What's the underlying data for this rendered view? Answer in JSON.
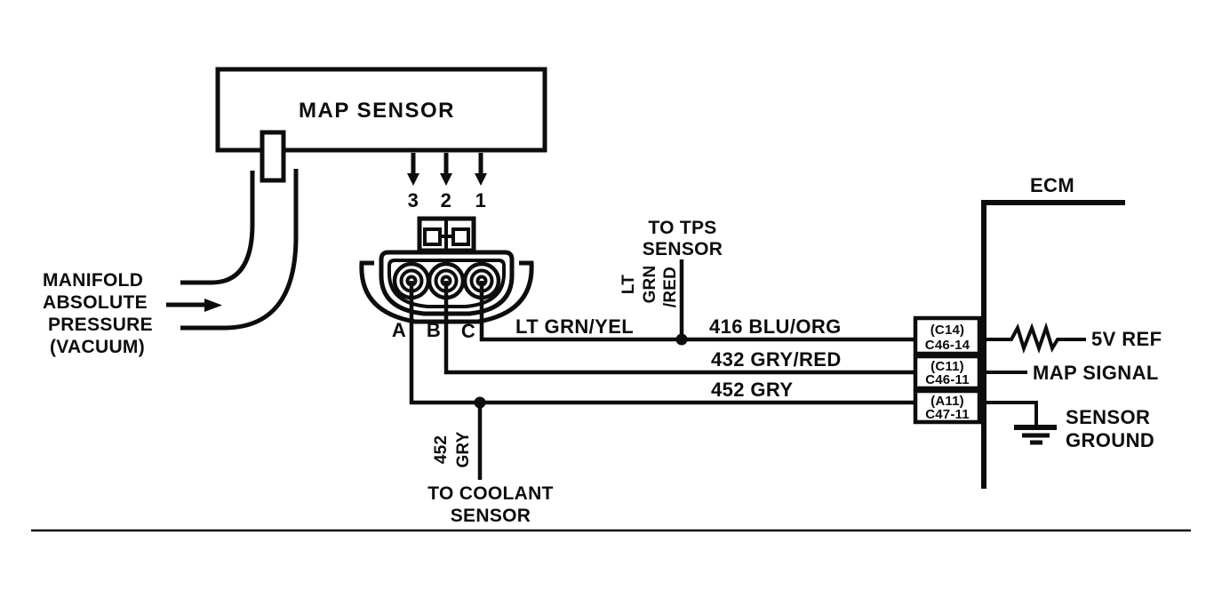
{
  "colors": {
    "ink": "#0d0d0d",
    "paper": "#ffffff"
  },
  "map_sensor": {
    "label": "MAP SENSOR"
  },
  "pins": {
    "p3": "3",
    "p2": "2",
    "p1": "1"
  },
  "terminals": {
    "a": "A",
    "b": "B",
    "c": "C"
  },
  "vacuum": {
    "line1": "MANIFOLD",
    "line2": "ABSOLUTE",
    "line3": "PRESSURE",
    "line4": "(VACUUM)"
  },
  "tps": {
    "dest1": "TO TPS",
    "dest2": "SENSOR",
    "color1": "LT",
    "color2": "GRN",
    "color3": "/RED"
  },
  "coolant": {
    "dest1": "TO COOLANT",
    "dest2": "SENSOR",
    "color1": "452",
    "color2": "GRY"
  },
  "wires": {
    "c": "LT GRN/YEL",
    "w416": "416 BLU/ORG",
    "w432": "432 GRY/RED",
    "w452": "452 GRY"
  },
  "ecm": {
    "label": "ECM",
    "connectors": [
      {
        "cavity": "(C14)",
        "pin": "C46-14"
      },
      {
        "cavity": "(C11)",
        "pin": "C46-11"
      },
      {
        "cavity": "(A11)",
        "pin": "C47-11"
      }
    ],
    "signals": {
      "ref": "5V REF",
      "map": "MAP SIGNAL",
      "gnd1": "SENSOR",
      "gnd2": "GROUND"
    }
  }
}
